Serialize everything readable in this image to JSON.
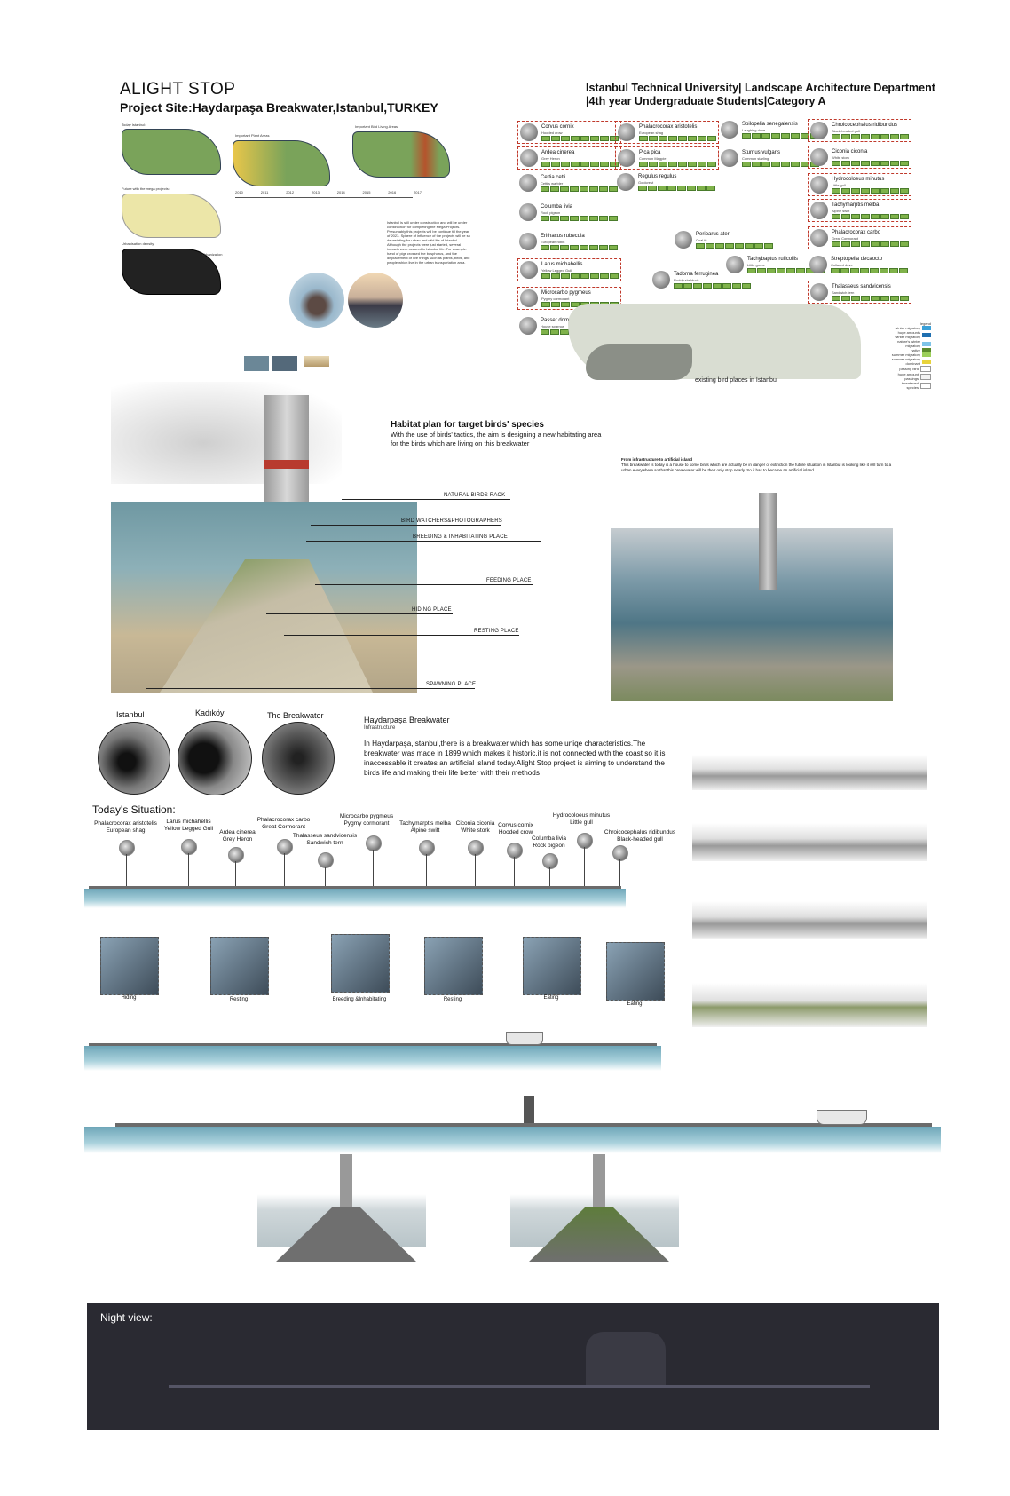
{
  "header": {
    "title": "ALIGHT STOP",
    "subtitle": "Project Site:Haydarpaşa Breakwater,Istanbul,TURKEY",
    "university_line1": "Istanbul Technical University| Landscape Architecture Department",
    "university_line2": "|4th year Undergraduate Students|Category A"
  },
  "left_maps": {
    "label_today": "Today Istanbul:",
    "label_plant": "Important Plant Areas",
    "label_bird": "Important Bird Living Areas",
    "label_future": "Future with the mega projects:",
    "label_urban": "Urbanization",
    "label_density": "Urbanisation density",
    "years": [
      "2010",
      "2011",
      "2012",
      "2013",
      "2014",
      "2015",
      "2016",
      "2017"
    ],
    "text_block": "Istanbul is still under construction and will be under construction for completing the Mega Projects. Presumably this projects will be continue till the year of 2023. Sphere of influence of the projects will be so devastating for urban and wild life of Istanbul. Although the projects were just started, several impacts were occured in Istanbul life. For example: hand of pigs crossed the bosphorus, and the displacement of live things such as plants, birds, and people which live in the urban transportation area."
  },
  "birds": [
    {
      "name": "Corvus cornix",
      "common": "Hooded crow"
    },
    {
      "name": "Ardea cinerea",
      "common": "Grey Heron"
    },
    {
      "name": "Cettia cetti",
      "common": "Cetti's warbler"
    },
    {
      "name": "Columba livia",
      "common": "Rock pigeon"
    },
    {
      "name": "Erithacus rubecula",
      "common": "European robin"
    },
    {
      "name": "Larus michahellis",
      "common": "Yellow Legged Gull"
    },
    {
      "name": "Microcarbo pygmeus",
      "common": "Pygmy cormorant"
    },
    {
      "name": "Passer domesticus",
      "common": "House sparrow"
    },
    {
      "name": "Phalacrocorax aristotelis",
      "common": "European shag"
    },
    {
      "name": "Pica pica",
      "common": "Common Magpie"
    },
    {
      "name": "Regulus regulus",
      "common": "Goldcrest"
    },
    {
      "name": "Periparus ater",
      "common": "Coal tit"
    },
    {
      "name": "Tadorna ferruginea",
      "common": "Ruddy shelduck"
    },
    {
      "name": "Tachybaptus ruficollis",
      "common": "Little grebe"
    },
    {
      "name": "Spilopelia senegalensis",
      "common": "Laughing dove"
    },
    {
      "name": "Sturnus vulgaris",
      "common": "Common starling"
    },
    {
      "name": "Chroicocephalus ridibundus",
      "common": "Black-headed gull"
    },
    {
      "name": "Ciconia ciconia",
      "common": "White stork"
    },
    {
      "name": "Hydrocoloeus minutus",
      "common": "Little gull"
    },
    {
      "name": "Tachymarptis melba",
      "common": "Alpine swift"
    },
    {
      "name": "Phalacrocorax carbo",
      "common": "Great Cormorant"
    },
    {
      "name": "Streptopelia decaocto",
      "common": "Collared dove"
    },
    {
      "name": "Thalasseus sandvicensis",
      "common": "Sandwich tern"
    }
  ],
  "bird_map": {
    "caption": "existing bird places in İstanbul",
    "legend_title": "legend",
    "legend": [
      "winter migratory",
      "huge amounts winter migratory",
      "nature's winter migratory",
      "native",
      "summer migratory",
      "summer migratory dominant",
      "passing bird",
      "huge amount passings",
      "threatened species"
    ]
  },
  "habitat": {
    "title": "Habitat plan for target birds' species",
    "desc": "With the use of birds' tactics, the aim is designing a new habitating area for the birds which are living on this breakwater",
    "labels": [
      "NATURAL BIRDS RACK",
      "BIRD WATCHERS&PHOTOGRAPHERS",
      "BREEDING & INHABITATING PLACE",
      "FEEDING PLACE",
      "HIDING PLACE",
      "RESTING PLACE",
      "SPAWNING PLACE"
    ]
  },
  "right_text": {
    "heading": "From infrastructure to artificial island",
    "body": "This breakwater is today is a house to some birds which are actually  be in danger of extinction the future situation in İstanbul is looking like it will turn to a urban everywhere so that this breakwater will be their only stop nearly. So it has to became an artificial island."
  },
  "zoom": {
    "labels": [
      "Istanbul",
      "Kadıköy",
      "The Breakwater"
    ],
    "title": "Haydarpaşa Breakwater",
    "sub": "Infrastructure",
    "body": "In Haydarpaşa,İstanbul,there is a breakwater which has some uniqe characteristics.The breakwater was made in 1899 which makes it historic,it is not connected with the coast so it is inaccessable it creates an artificial island today.Alight Stop project is aiming to understand the birds life and making their life better with their methods"
  },
  "todays": {
    "title": "Today's Situation:",
    "pins": [
      {
        "name": "Phalacrocorax aristotelis",
        "common": "European shag"
      },
      {
        "name": "Larus michahellis",
        "common": "Yellow Legged Gull"
      },
      {
        "name": "Ardea cinerea",
        "common": "Grey Heron"
      },
      {
        "name": "Phalacrocorax carbo",
        "common": "Great Cormorant"
      },
      {
        "name": "Thalasseus sandvicensis",
        "common": "Sandwich tern"
      },
      {
        "name": "Microcarbo pygmeus",
        "common": "Pygmy cormorant"
      },
      {
        "name": "Tachymarptis melba",
        "common": "Alpine swift"
      },
      {
        "name": "Ciconia ciconia",
        "common": "White stork"
      },
      {
        "name": "Corvus cornix",
        "common": "Hooded crow"
      },
      {
        "name": "Columba livia",
        "common": "Rock pigeon"
      },
      {
        "name": "Hydrocoloeus minutus",
        "common": "Little gull"
      },
      {
        "name": "Chroicocephalus ridibundus",
        "common": "Black-headed gull"
      }
    ]
  },
  "activities": [
    "Hiding",
    "Resting",
    "Breeding &Inhabitating",
    "Resting",
    "Eating",
    "Eating"
  ],
  "night": {
    "label": "Night view:"
  }
}
